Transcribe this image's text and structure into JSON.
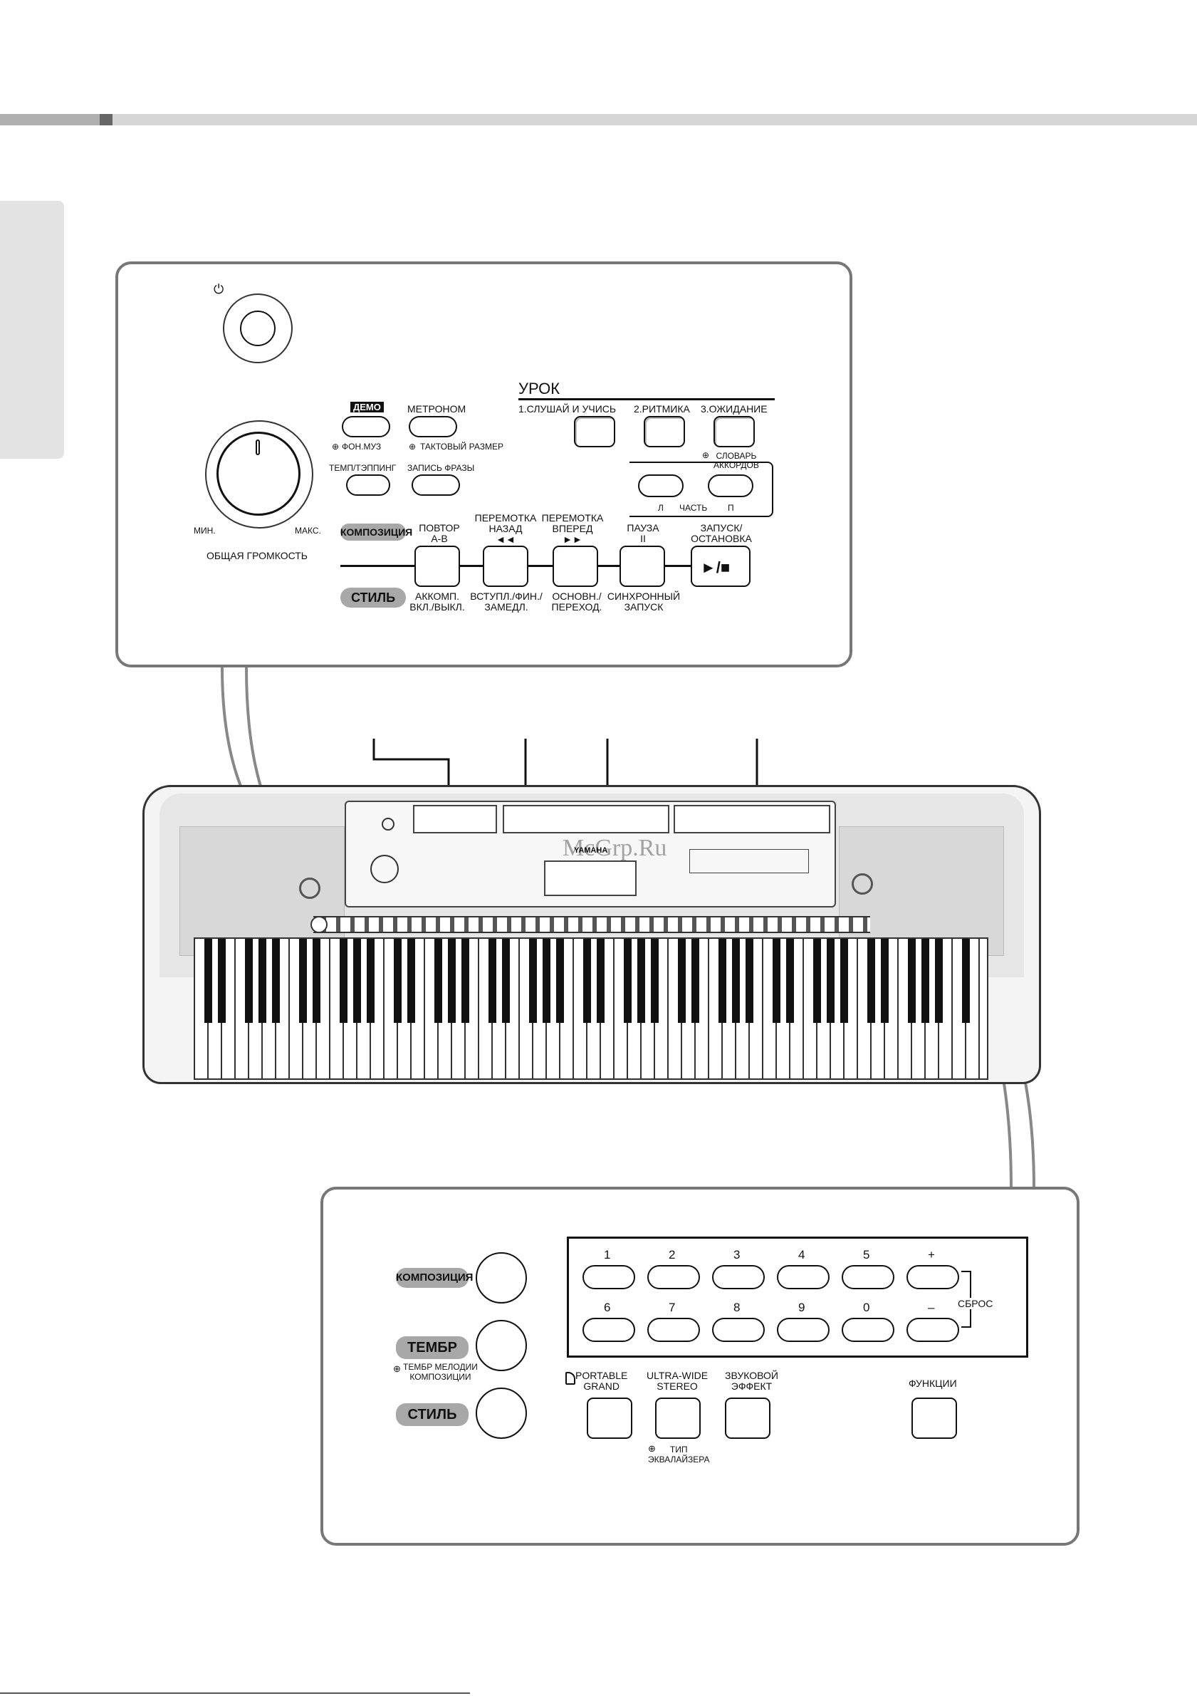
{
  "top_panel": {
    "power_symbol": "⏻",
    "volume": {
      "label": "ОБЩАЯ ГРОМКОСТЬ",
      "min": "МИН.",
      "max": "МАКС."
    },
    "demo": {
      "tag": "ДЕМО",
      "sub": "ФОН.МУЗ"
    },
    "metronome": {
      "label": "МЕТРОНОМ",
      "sub": "ТАКТОВЫЙ РАЗМЕР"
    },
    "tempo": {
      "label": "ТЕМП/ТЭППИНГ"
    },
    "phrase": {
      "label": "ЗАПИСЬ ФРАЗЫ"
    },
    "lesson": {
      "title": "УРОК",
      "b1": "1.СЛУШАЙ И УЧИСЬ",
      "b2": "2.РИТМИКА",
      "b3": "3.ОЖИДАНИЕ",
      "dict": "СЛОВАРЬ\nАККОРДОВ",
      "left": "Л",
      "part": "ЧАСТЬ",
      "right": "П"
    },
    "song_tag": "КОМПОЗИЦИЯ",
    "style_tag": "СТИЛЬ",
    "transport": [
      {
        "top": "ПОВТОР\nA-B",
        "bottom": "АККОМП.\nВКЛ./ВЫКЛ."
      },
      {
        "top": "ПЕРЕМОТКА\nНАЗАД\n◄◄",
        "bottom": "ВСТУПЛ./ФИН./\nЗАМЕДЛ."
      },
      {
        "top": "ПЕРЕМОТКА\nВПЕРЕД\n►►",
        "bottom": "ОСНОВН./\nПЕРЕХОД."
      },
      {
        "top": "ПАУЗА\nII",
        "bottom": "СИНХРОННЫЙ\nЗАПУСК"
      },
      {
        "top": "ЗАПУСК/\nОСТАНОВКА",
        "bottom": ""
      }
    ],
    "play_symbol": "►/■"
  },
  "keyboard": {
    "brand": "YAMAHA",
    "watermark": "McGrp.Ru"
  },
  "bottom_panel": {
    "song": "КОМПОЗИЦИЯ",
    "voice": "ТЕМБР",
    "voice_sub": "ТЕМБР МЕЛОДИИ\nКОМПОЗИЦИИ",
    "style": "СТИЛЬ",
    "numpad_row1": [
      "1",
      "2",
      "3",
      "4",
      "5",
      "+"
    ],
    "numpad_row2": [
      "6",
      "7",
      "8",
      "9",
      "0",
      "–"
    ],
    "reset": "СБРОС",
    "portable_grand": "PORTABLE\nGRAND",
    "ultra_wide": "ULTRA-WIDE\nSTEREO",
    "eq_sub": "ТИП\nЭКВАЛАЙЗЕРА",
    "sound_effect": "ЗВУКОВОЙ\nЭФФЕКТ",
    "function": "ФУНКЦИИ"
  }
}
